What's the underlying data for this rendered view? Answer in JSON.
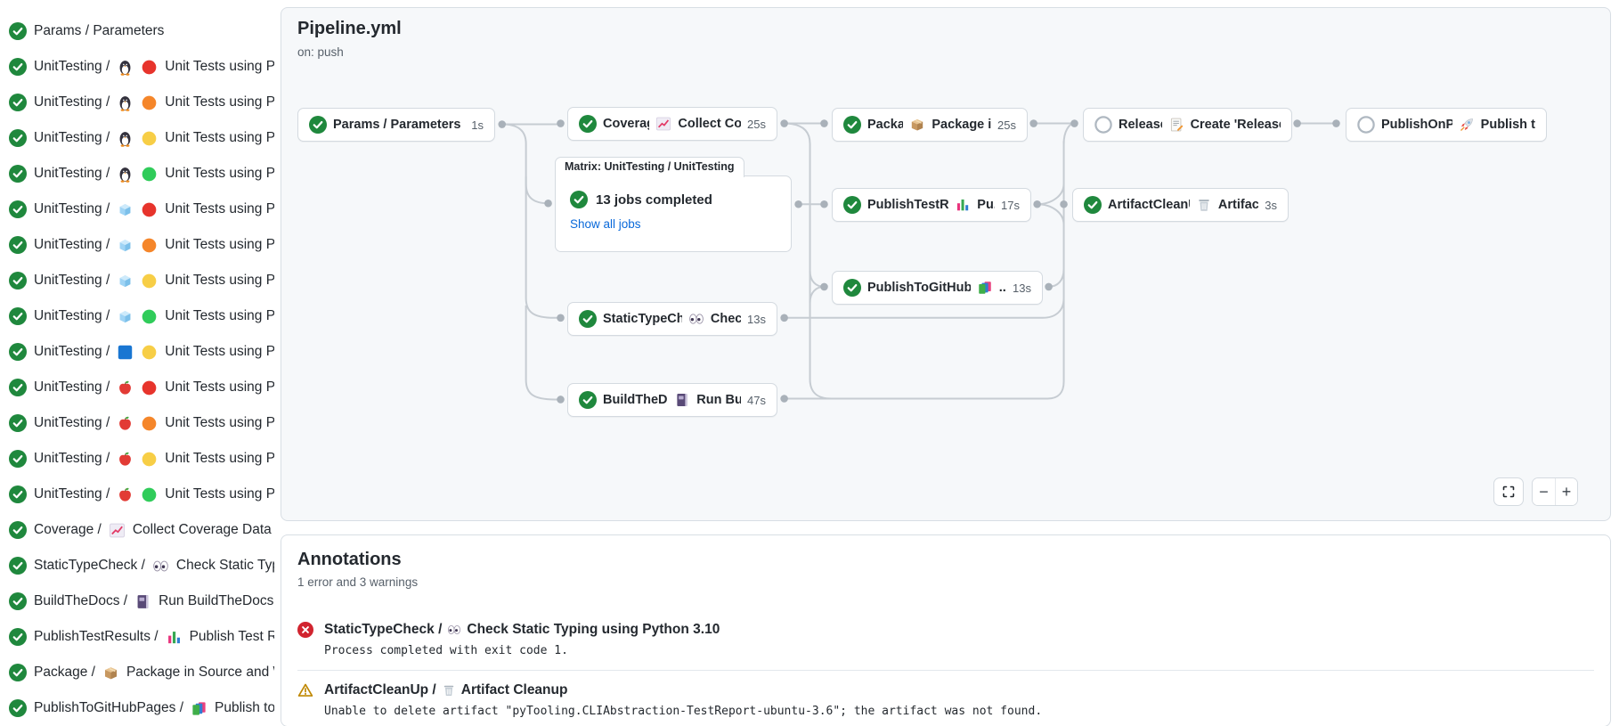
{
  "workflow": {
    "title": "Pipeline.yml",
    "trigger": "on: push"
  },
  "sidebar": {
    "items": [
      {
        "job": "Params / Parameters",
        "icons": [],
        "step": ""
      },
      {
        "job": "UnitTesting /",
        "icons": [
          "penguin",
          "circle-red"
        ],
        "step": "Unit Tests using Pyth..."
      },
      {
        "job": "UnitTesting /",
        "icons": [
          "penguin",
          "circle-orange"
        ],
        "step": "Unit Tests using Pyth..."
      },
      {
        "job": "UnitTesting /",
        "icons": [
          "penguin",
          "circle-yellow"
        ],
        "step": "Unit Tests using Pyth..."
      },
      {
        "job": "UnitTesting /",
        "icons": [
          "penguin",
          "circle-green"
        ],
        "step": "Unit Tests using Pyth..."
      },
      {
        "job": "UnitTesting /",
        "icons": [
          "ice",
          "circle-red"
        ],
        "step": "Unit Tests using Pyth..."
      },
      {
        "job": "UnitTesting /",
        "icons": [
          "ice",
          "circle-orange"
        ],
        "step": "Unit Tests using Pyth..."
      },
      {
        "job": "UnitTesting /",
        "icons": [
          "ice",
          "circle-yellow"
        ],
        "step": "Unit Tests using Pyth..."
      },
      {
        "job": "UnitTesting /",
        "icons": [
          "ice",
          "circle-green"
        ],
        "step": "Unit Tests using Pyth..."
      },
      {
        "job": "UnitTesting /",
        "icons": [
          "blue-square",
          "circle-yellow"
        ],
        "step": "Unit Tests using Pyth..."
      },
      {
        "job": "UnitTesting /",
        "icons": [
          "apple",
          "circle-red"
        ],
        "step": "Unit Tests using Pyth..."
      },
      {
        "job": "UnitTesting /",
        "icons": [
          "apple",
          "circle-orange"
        ],
        "step": "Unit Tests using Pyth..."
      },
      {
        "job": "UnitTesting /",
        "icons": [
          "apple",
          "circle-yellow"
        ],
        "step": "Unit Tests using Pyth..."
      },
      {
        "job": "UnitTesting /",
        "icons": [
          "apple",
          "circle-green"
        ],
        "step": "Unit Tests using Pyth..."
      },
      {
        "job": "Coverage /",
        "icons": [
          "chart-increasing"
        ],
        "step": "Collect Coverage Data usi..."
      },
      {
        "job": "StaticTypeCheck /",
        "icons": [
          "eyes"
        ],
        "step": "Check Static Typing..."
      },
      {
        "job": "BuildTheDocs /",
        "icons": [
          "notebook"
        ],
        "step": "Run BuildTheDocs"
      },
      {
        "job": "PublishTestResults /",
        "icons": [
          "bar-chart"
        ],
        "step": "Publish Test Resu..."
      },
      {
        "job": "Package /",
        "icons": [
          "package"
        ],
        "step": "Package in Source and Wh..."
      },
      {
        "job": "PublishToGitHubPages /",
        "icons": [
          "books"
        ],
        "step": "Publish to G..."
      }
    ]
  },
  "graph": {
    "nodes": [
      {
        "id": "params",
        "status": "success",
        "label": "Params / Parameters",
        "icon": "",
        "text": "",
        "duration": "1s"
      },
      {
        "id": "coverage",
        "status": "success",
        "label": "Coverage /",
        "icon": "chart-increasing",
        "text": "Collect Cove...",
        "duration": "25s"
      },
      {
        "id": "package",
        "status": "success",
        "label": "Package /",
        "icon": "package",
        "text": "Package in So...",
        "duration": "25s"
      },
      {
        "id": "release",
        "status": "skipped",
        "label": "Release /",
        "icon": "memo",
        "text": "Create 'Release P...",
        "duration": ""
      },
      {
        "id": "publishonpypi",
        "status": "skipped",
        "label": "PublishOnPyPI /",
        "icon": "rocket",
        "text": "Publish to ...",
        "duration": ""
      },
      {
        "id": "publishtestresults",
        "status": "success",
        "label": "PublishTestResults /",
        "icon": "bar-chart",
        "text": "Pu...",
        "duration": "17s"
      },
      {
        "id": "artifactcleanup",
        "status": "success",
        "label": "ArtifactCleanUp /",
        "icon": "wastebasket",
        "text": "Artifac...",
        "duration": "3s"
      },
      {
        "id": "publishtogithubpages",
        "status": "success",
        "label": "PublishToGitHubPages /",
        "icon": "books",
        "text": "...",
        "duration": "13s"
      },
      {
        "id": "statictypecheck",
        "status": "success",
        "label": "StaticTypeCheck /",
        "icon": "eyes",
        "text": "Chec...",
        "duration": "13s"
      },
      {
        "id": "buildthedocs",
        "status": "success",
        "label": "BuildTheDocs /",
        "icon": "notebook",
        "text": "Run Buil...",
        "duration": "47s"
      }
    ],
    "matrix": {
      "tab": "Matrix: UnitTesting / UnitTesting",
      "status": "success",
      "status_text": "13 jobs completed",
      "link": "Show all jobs"
    },
    "controls": {
      "zoom_out_label": "−",
      "zoom_in_label": "+"
    }
  },
  "annotations": {
    "title": "Annotations",
    "summary": "1 error and 3 warnings",
    "items": [
      {
        "severity": "error",
        "job": "StaticTypeCheck /",
        "icon": "eyes",
        "step": "Check Static Typing using Python 3.10",
        "message": "Process completed with exit code 1."
      },
      {
        "severity": "warning",
        "job": "ArtifactCleanUp /",
        "icon": "wastebasket",
        "step": "Artifact Cleanup",
        "message": "Unable to delete artifact \"pyTooling.CLIAbstraction-TestReport-ubuntu-3.6\"; the artifact was not found."
      }
    ]
  },
  "colors": {
    "success": "#1f883d",
    "error": "#d1242f",
    "warning": "#bf8700",
    "link": "#0969da",
    "edge": "#c6ccd2"
  }
}
